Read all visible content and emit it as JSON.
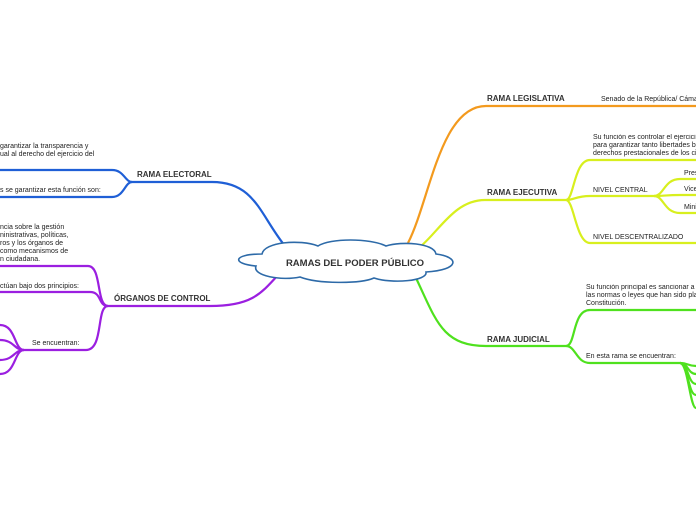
{
  "center": {
    "title": "RAMAS DEL PODER PÚBLICO"
  },
  "left": {
    "electoral": {
      "label": "RAMA ELECTORAL",
      "text1": "garantizar la transparencia y\nual al derecho del ejercicio del",
      "text2": "s se garantizar esta función son:"
    },
    "control": {
      "label": "ÓRGANOS DE CONTROL",
      "text1": "ncia sobre la gestión\nninistrativas, políticas,\nros y los órganos de\ncomo mecanismos de\nn ciudadana.",
      "text2": "ctúan bajo dos principios:",
      "text3": "Se encuentran:"
    }
  },
  "right": {
    "legislativa": {
      "label": "RAMA LEGISLATIVA",
      "text1": "Senado de la República/ Cáma"
    },
    "ejecutiva": {
      "label": "RAMA EJECUTIVA",
      "text1": "Su función es controlar el ejercici\npara garantizar tanto libertades b\nderechos prestacionales de los ci",
      "nivel_central": "NIVEL CENTRAL",
      "sub1": "Pres",
      "sub2": "Vice",
      "sub3": "Mini",
      "nivel_desc": "NIVEL DESCENTRALIZADO"
    },
    "judicial": {
      "label": "RAMA JUDICIAL",
      "text1": "Su función principal es sancionar a\nlas normas o leyes que han sido pla\nConstitución.",
      "text2": "En esta rama se encuentran:"
    }
  },
  "colors": {
    "blue": "#1f5fd6",
    "purple": "#9b1fe0",
    "orange": "#f39a1e",
    "yellow": "#d8ef1e",
    "green": "#4fe11e",
    "cloud_stroke": "#2d6aa8"
  }
}
